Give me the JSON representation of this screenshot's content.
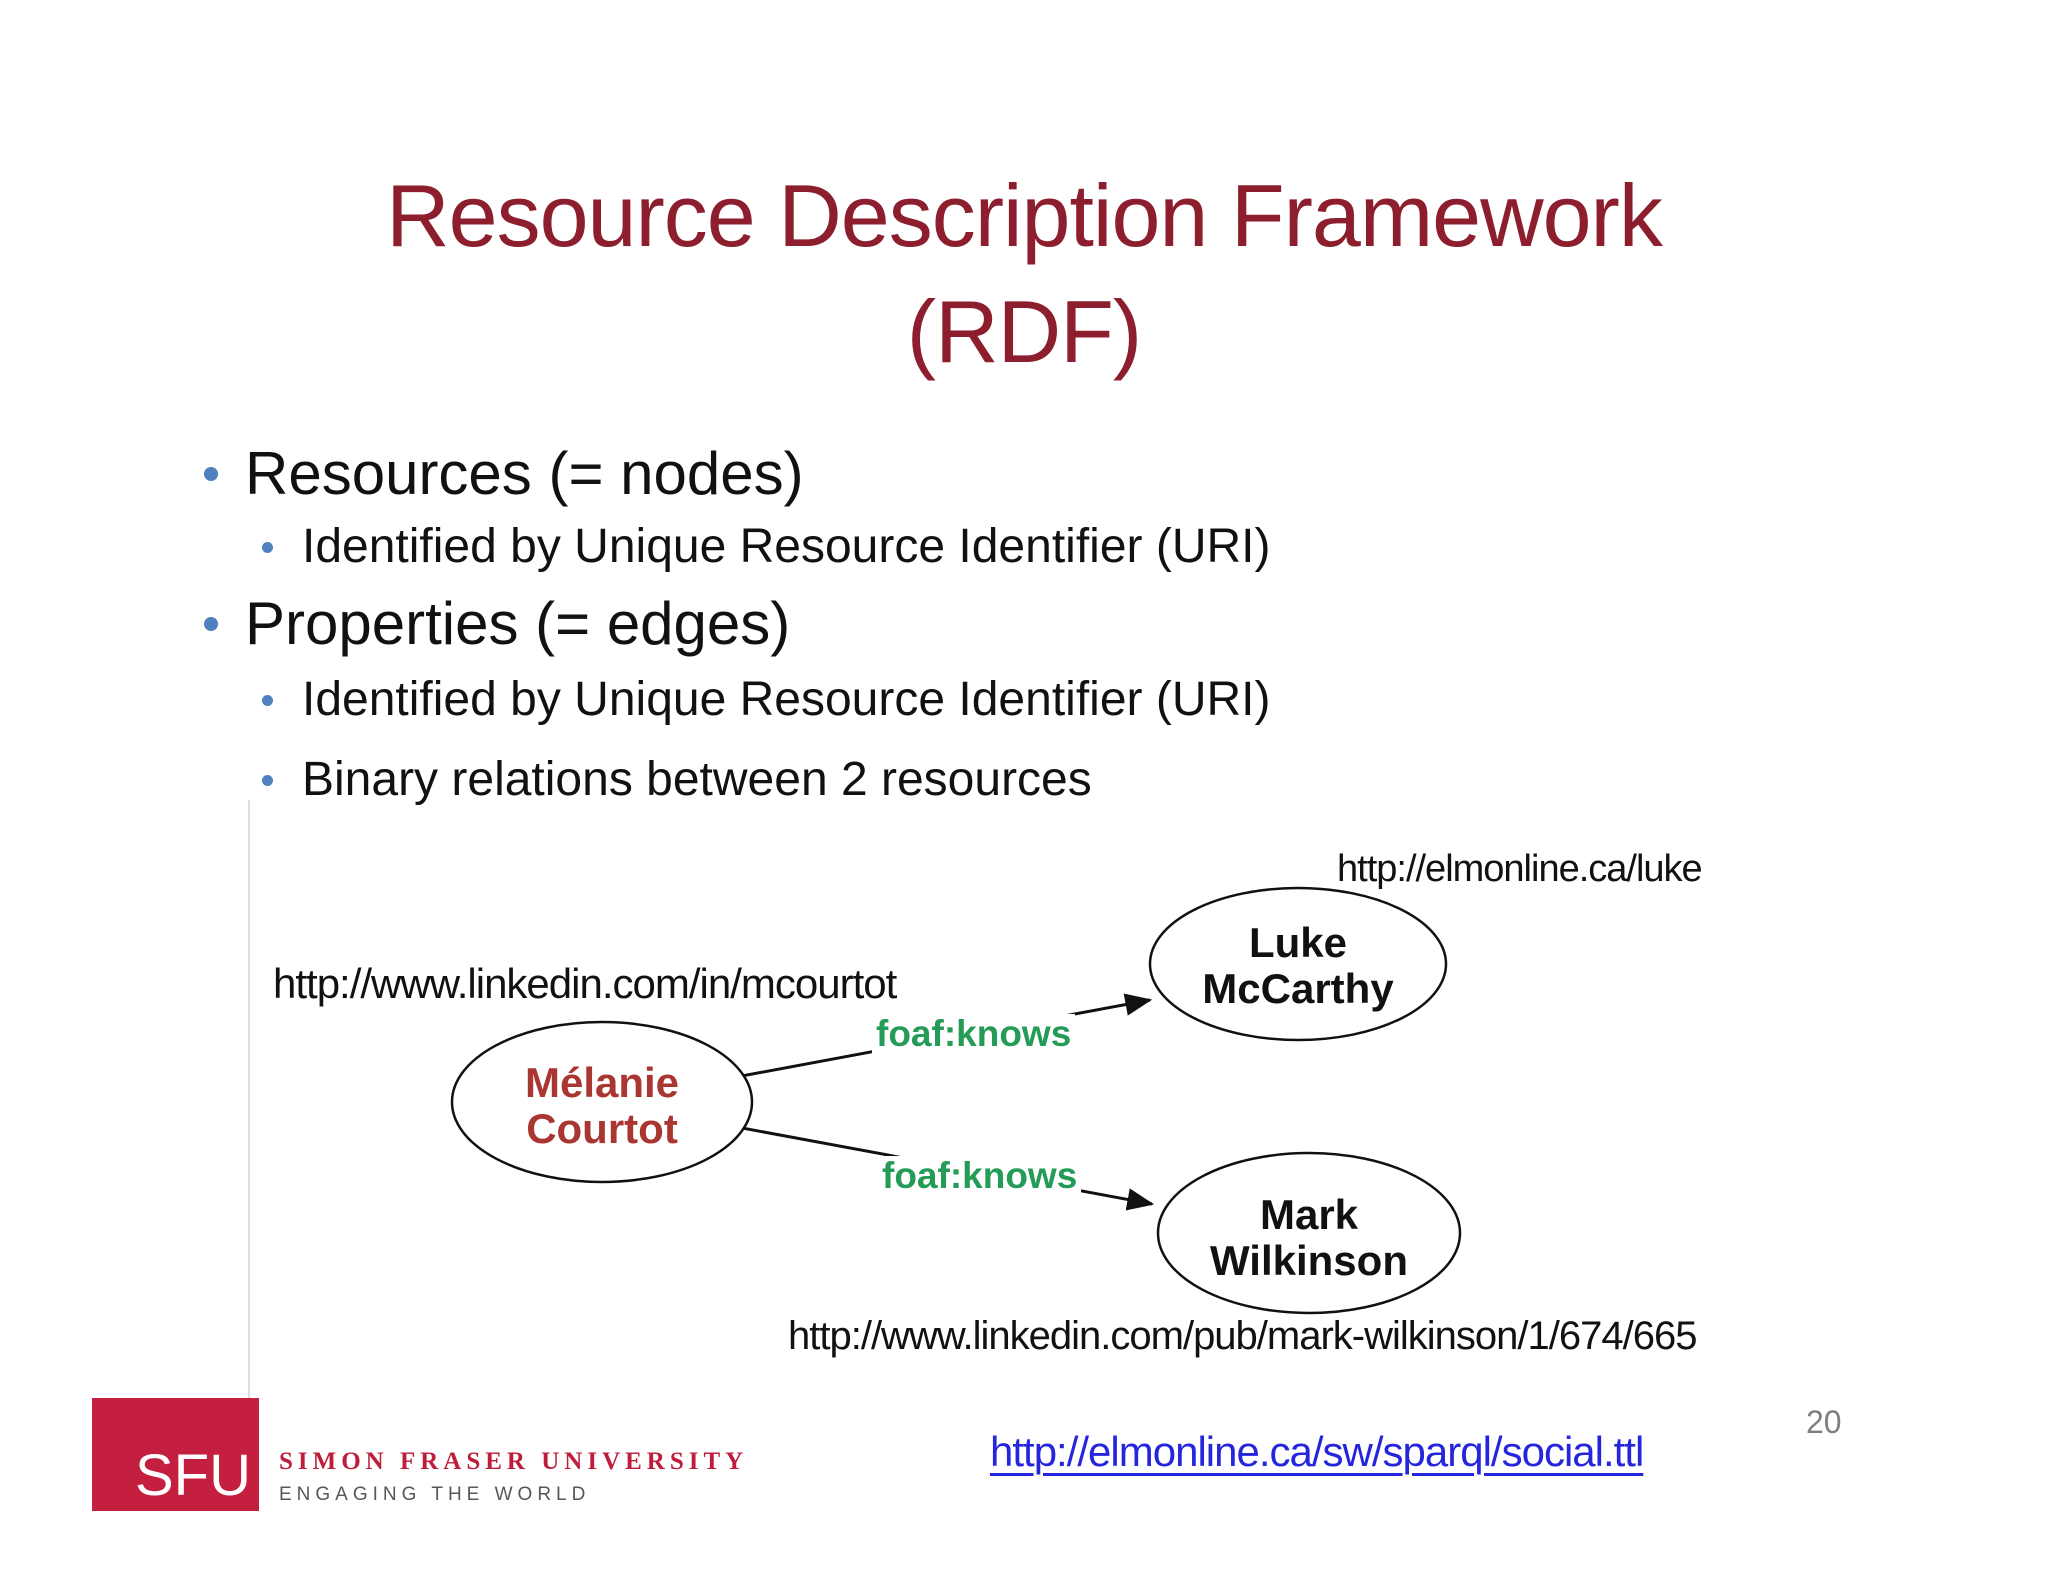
{
  "slide": {
    "title_line1": "Resource Description Framework",
    "title_line2": "(RDF)"
  },
  "bullets": {
    "items": [
      {
        "level": 1,
        "text": "Resources (= nodes)"
      },
      {
        "level": 2,
        "text": "Identified by Unique Resource Identifier (URI)"
      },
      {
        "level": 1,
        "text": "Properties (= edges)"
      },
      {
        "level": 2,
        "text": "Identified by Unique Resource Identifier (URI)"
      },
      {
        "level": 2,
        "text": "Binary relations between 2 resources"
      }
    ]
  },
  "diagram": {
    "nodes": {
      "melanie": {
        "name_line1": "Mélanie",
        "name_line2": "Courtot",
        "uri": "http://www.linkedin.com/in/mcourtot"
      },
      "luke": {
        "name_line1": "Luke",
        "name_line2": "McCarthy",
        "uri": "http://elmonline.ca/luke"
      },
      "mark": {
        "name_line1": "Mark",
        "name_line2": "Wilkinson",
        "uri": "http://www.linkedin.com/pub/mark-wilkinson/1/674/665"
      }
    },
    "edges": [
      {
        "from": "melanie",
        "to": "luke",
        "label": "foaf:knows"
      },
      {
        "from": "melanie",
        "to": "mark",
        "label": "foaf:knows"
      }
    ]
  },
  "footer": {
    "link_text": "http://elmonline.ca/sw/sparql/social.ttl",
    "page_number": "20",
    "logo_acronym": "SFU",
    "university_name": "SIMON FRASER UNIVERSITY",
    "tagline": "ENGAGING THE WORLD"
  },
  "colors": {
    "title_maroon": "#8C1E2D",
    "node_name_red": "#A93631",
    "edge_label_green": "#249B56",
    "bullet_dot_blue": "#4E81BD",
    "link_blue": "#2525DD",
    "sfu_red": "#C41F3F",
    "tagline_gray": "#54585A"
  }
}
